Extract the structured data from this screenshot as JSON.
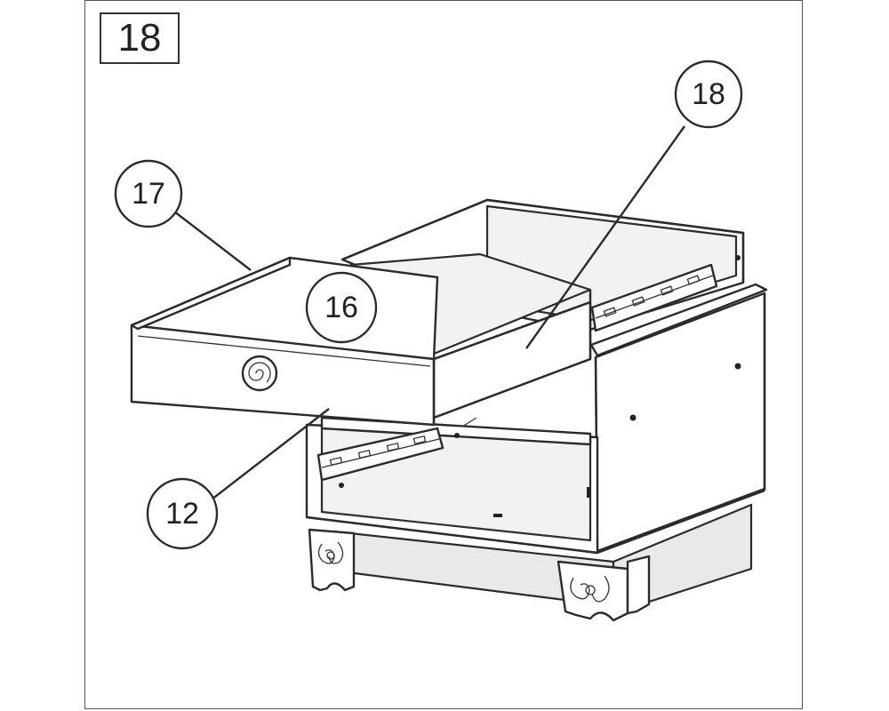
{
  "step_number": "18",
  "callouts": [
    {
      "id": "callout-17",
      "label": "17"
    },
    {
      "id": "callout-16",
      "label": "16"
    },
    {
      "id": "callout-18",
      "label": "18"
    },
    {
      "id": "callout-12",
      "label": "12"
    }
  ],
  "parts": [
    "drawer-front",
    "drawer-box",
    "cabinet-body",
    "drawer-slide",
    "decorative-leg",
    "drawer-knob"
  ]
}
